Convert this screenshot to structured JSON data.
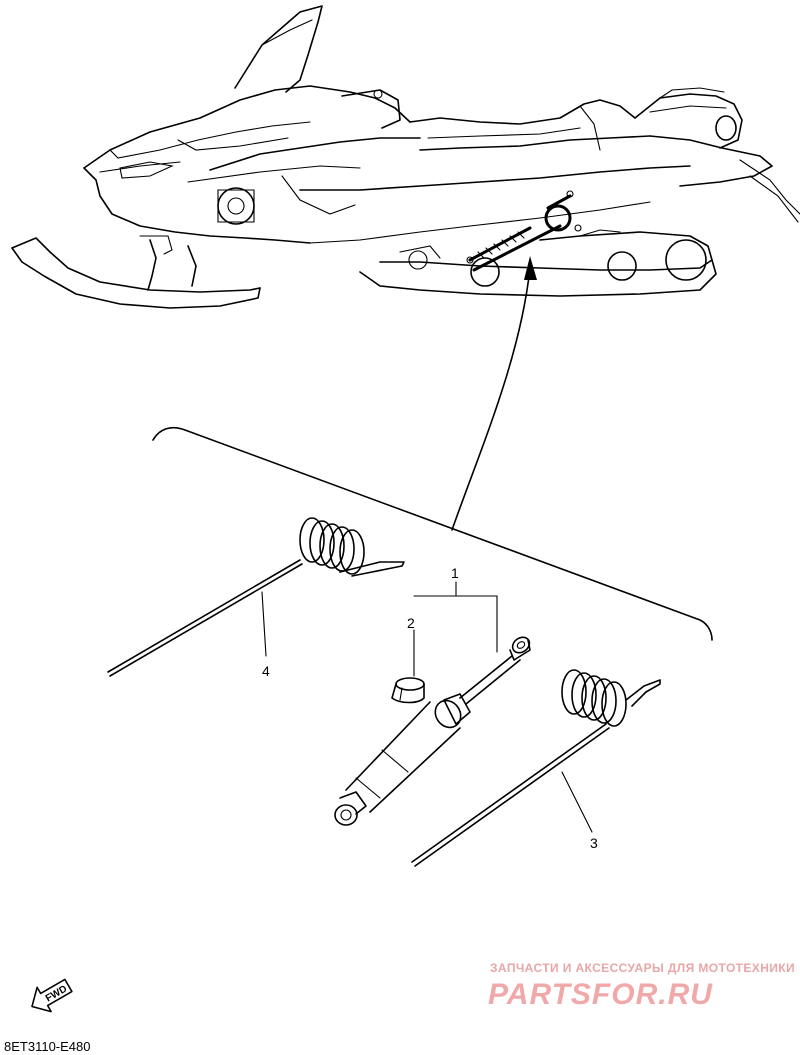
{
  "callouts": {
    "c1": "1",
    "c2": "2",
    "c3": "3",
    "c4": "4"
  },
  "diagram_code": "8ET3110-E480",
  "direction_badge": "FWD",
  "watermark": {
    "tagline": "ЗАПЧАСТИ И АКСЕССУАРЫ ДЛЯ МОТОТЕХНИКИ",
    "brand": "PARTSFOR.RU"
  }
}
